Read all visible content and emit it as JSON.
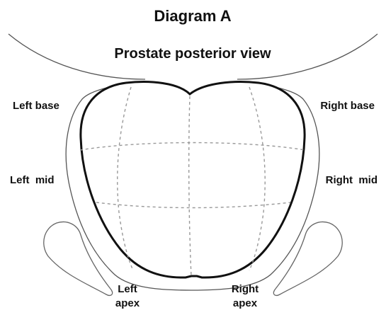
{
  "diagram": {
    "title": "Diagram A",
    "subtitle": "Prostate posterior view",
    "labels": {
      "left_base": "Left base",
      "right_base": "Right base",
      "left_mid": "Left  mid",
      "right_mid": "Right  mid",
      "left_apex_line1": "Left",
      "left_apex_line2": "apex",
      "right_apex_line1": "Right",
      "right_apex_line2": "apex"
    },
    "colors": {
      "outline": "#111111",
      "capsule": "#555555",
      "grid": "#999999",
      "vesicle": "#666666"
    }
  }
}
